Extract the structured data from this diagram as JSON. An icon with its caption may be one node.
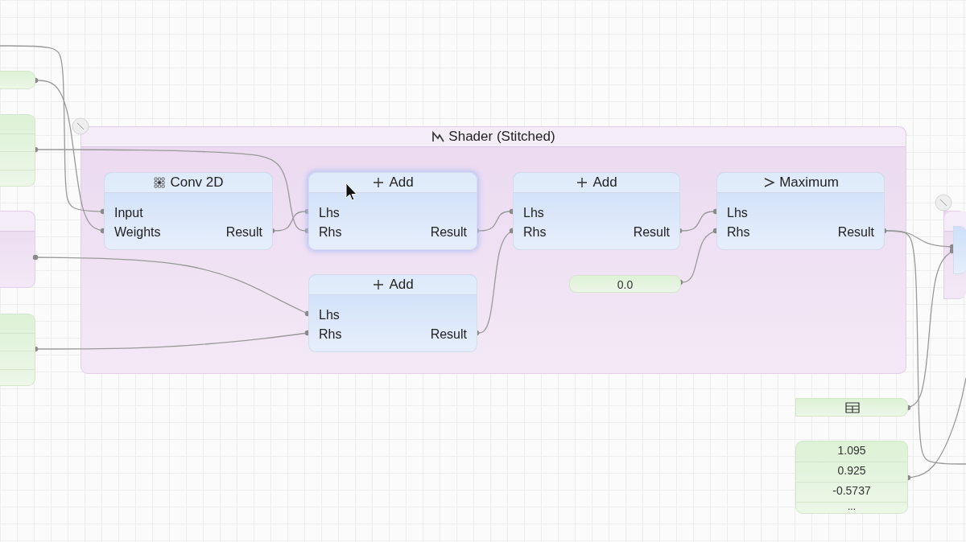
{
  "diagram": {
    "nodes": [
      {
        "text": [
          "Shader (Stitched)"
        ]
      },
      {
        "text": [
          "Conv 2D",
          "Input",
          "Weights",
          "Result"
        ],
        "in": 0
      },
      {
        "text": [
          "Add",
          "Lhs",
          "Rhs",
          "Result"
        ],
        "in": 0
      },
      {
        "text": [
          "Add",
          "Lhs",
          "Rhs",
          "Result"
        ],
        "in": 0
      },
      {
        "text": [
          "Maximum",
          "Lhs",
          "Rhs",
          "Result"
        ],
        "in": 0
      },
      {
        "text": [
          "Add",
          "Lhs",
          "Rhs",
          "Result"
        ],
        "in": 0
      },
      {
        "text": [
          "0.0"
        ],
        "in": 0
      },
      {
        "text": [],
        "shape": "box"
      },
      {
        "text": [],
        "shape": "box"
      },
      {
        "text": [],
        "shape": "box"
      },
      {
        "text": [],
        "shape": "box"
      },
      {
        "text": [],
        "shape": "box"
      },
      {
        "text": [
          "1.095",
          "0.925",
          "-0.5737",
          "..."
        ]
      },
      {
        "text": [],
        "shape": "box"
      },
      {
        "text": [],
        "shape": "box",
        "in": 13
      }
    ],
    "edges": [
      {
        "from": null,
        "to": 1,
        "arrow": "other"
      },
      {
        "from": 7,
        "to": 1,
        "arrow": "other"
      },
      {
        "from": 8,
        "to": 2,
        "arrow": "other"
      },
      {
        "from": 1,
        "to": 2,
        "arrow": "other"
      },
      {
        "from": 9,
        "to": 5,
        "arrow": "other"
      },
      {
        "from": 10,
        "to": 5,
        "arrow": "other"
      },
      {
        "from": 2,
        "to": 3,
        "arrow": "other"
      },
      {
        "from": 5,
        "to": 3,
        "arrow": "other"
      },
      {
        "from": 3,
        "to": 4,
        "arrow": "other"
      },
      {
        "from": 6,
        "to": 4,
        "arrow": "other"
      },
      {
        "from": 4,
        "to": 14,
        "arrow": "other"
      },
      {
        "from": 4,
        "to": null,
        "arrow": "other"
      },
      {
        "from": 11,
        "to": 14,
        "arrow": "other"
      },
      {
        "from": 12,
        "to": null,
        "arrow": "other"
      }
    ]
  }
}
